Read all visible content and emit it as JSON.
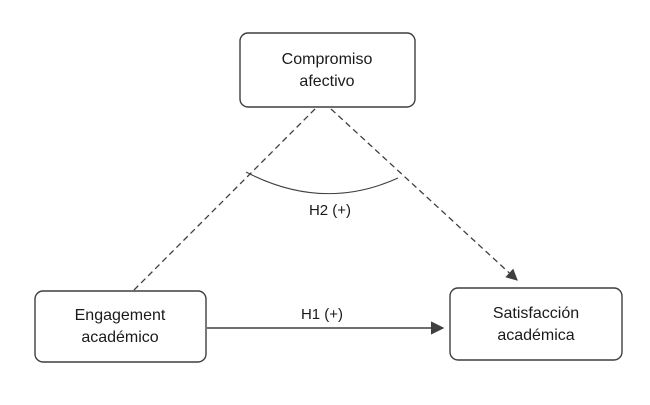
{
  "diagram": {
    "colors": {
      "background": "#ffffff",
      "node_fill": "#ffffff",
      "stroke": "#3f3f3f",
      "text": "#1a1a1a"
    },
    "nodes": {
      "compromiso_afectivo": {
        "line1": "Compromiso",
        "line2": "afectivo"
      },
      "engagement_academico": {
        "line1": "Engagement",
        "line2": "académico"
      },
      "satisfaccion_academica": {
        "line1": "Satisfacción",
        "line2": "académica"
      }
    },
    "edges": {
      "h1": {
        "label": "H1 (+)",
        "style": "solid-arrow",
        "from": "engagement_academico",
        "to": "satisfaccion_academica"
      },
      "h2": {
        "label": "H2 (+)",
        "style": "arc-between-mediation-paths"
      },
      "engagement_to_compromiso": {
        "style": "dashed-line"
      },
      "compromiso_to_satisfaccion": {
        "style": "dashed-arrow"
      }
    }
  }
}
